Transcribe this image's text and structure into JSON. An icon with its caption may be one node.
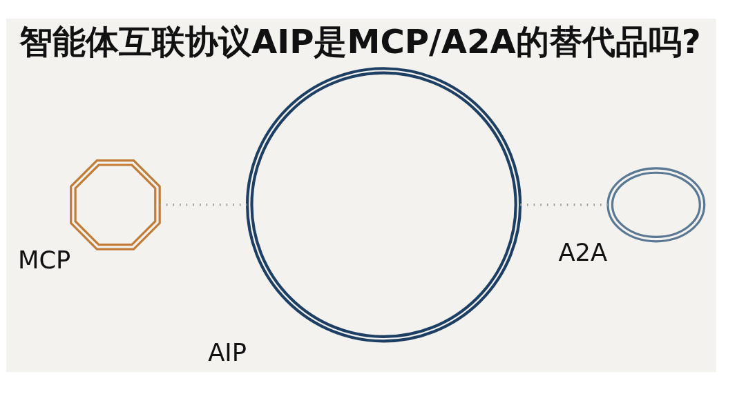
{
  "diagram": {
    "title": "智能体互联协议AIP是MCP/A2A的替代品吗?",
    "nodes": [
      {
        "text": [
          "AIP"
        ]
      },
      {
        "text": [
          "MCP"
        ]
      },
      {
        "text": [
          "A2A"
        ]
      }
    ],
    "edges": [
      {
        "from": 1,
        "to": 0,
        "arrow": "none",
        "style": "dashed"
      },
      {
        "from": 0,
        "to": 2,
        "arrow": "none",
        "style": "dashed"
      }
    ]
  }
}
